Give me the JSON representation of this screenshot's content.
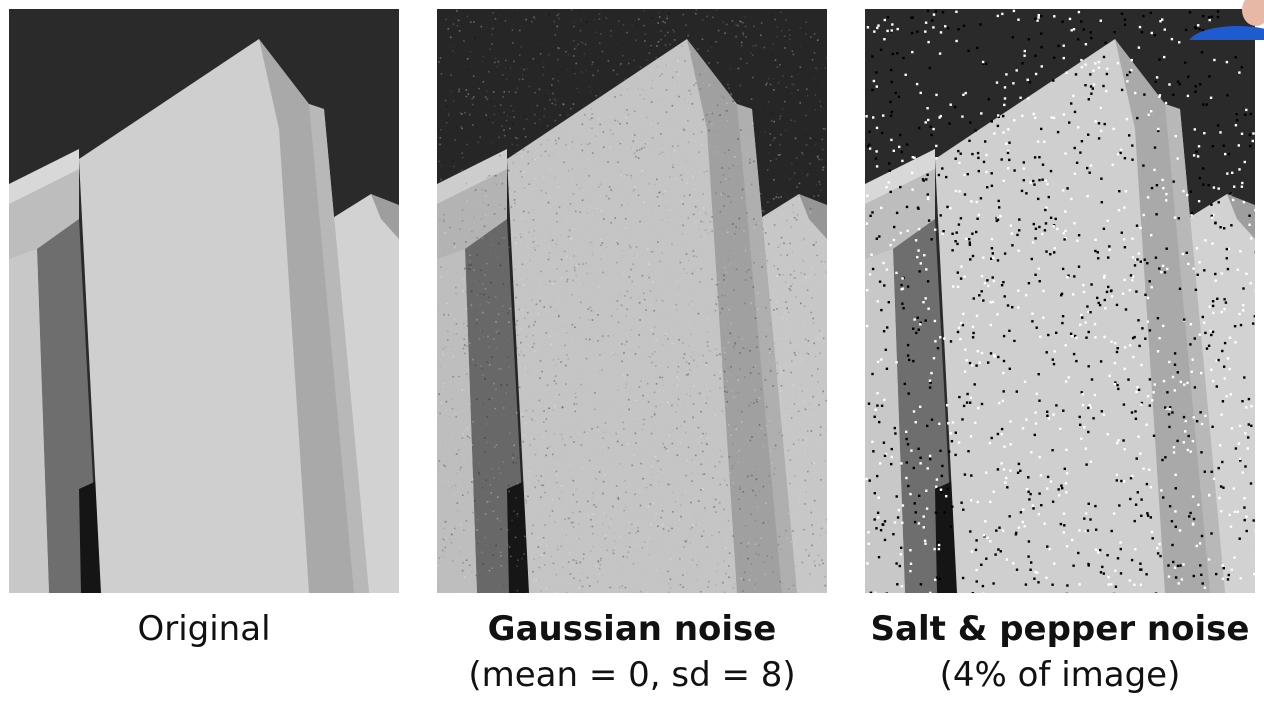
{
  "panels": [
    {
      "id": "original",
      "caption": "Original",
      "subcaption": "",
      "noise": "none"
    },
    {
      "id": "gaussian",
      "caption": "Gaussian noise",
      "subcaption": "(mean = 0, sd = 8)",
      "noise": "gaussian"
    },
    {
      "id": "saltpepper",
      "caption": "Salt & pepper noise",
      "subcaption": "(4% of image)",
      "noise": "salt-and-pepper"
    }
  ],
  "colors": {
    "sky": "#2a2a2a",
    "front_face": "#cfcfcf",
    "side_face": "#a9a9a9",
    "left_tower": "#bdbdbd",
    "inner_gap": "#6e6e6e",
    "right_tower": "#d2d2d2",
    "caption_text": "#111111",
    "presenter_shirt": "#1f5bd0",
    "presenter_skin": "#e8b8a6"
  }
}
